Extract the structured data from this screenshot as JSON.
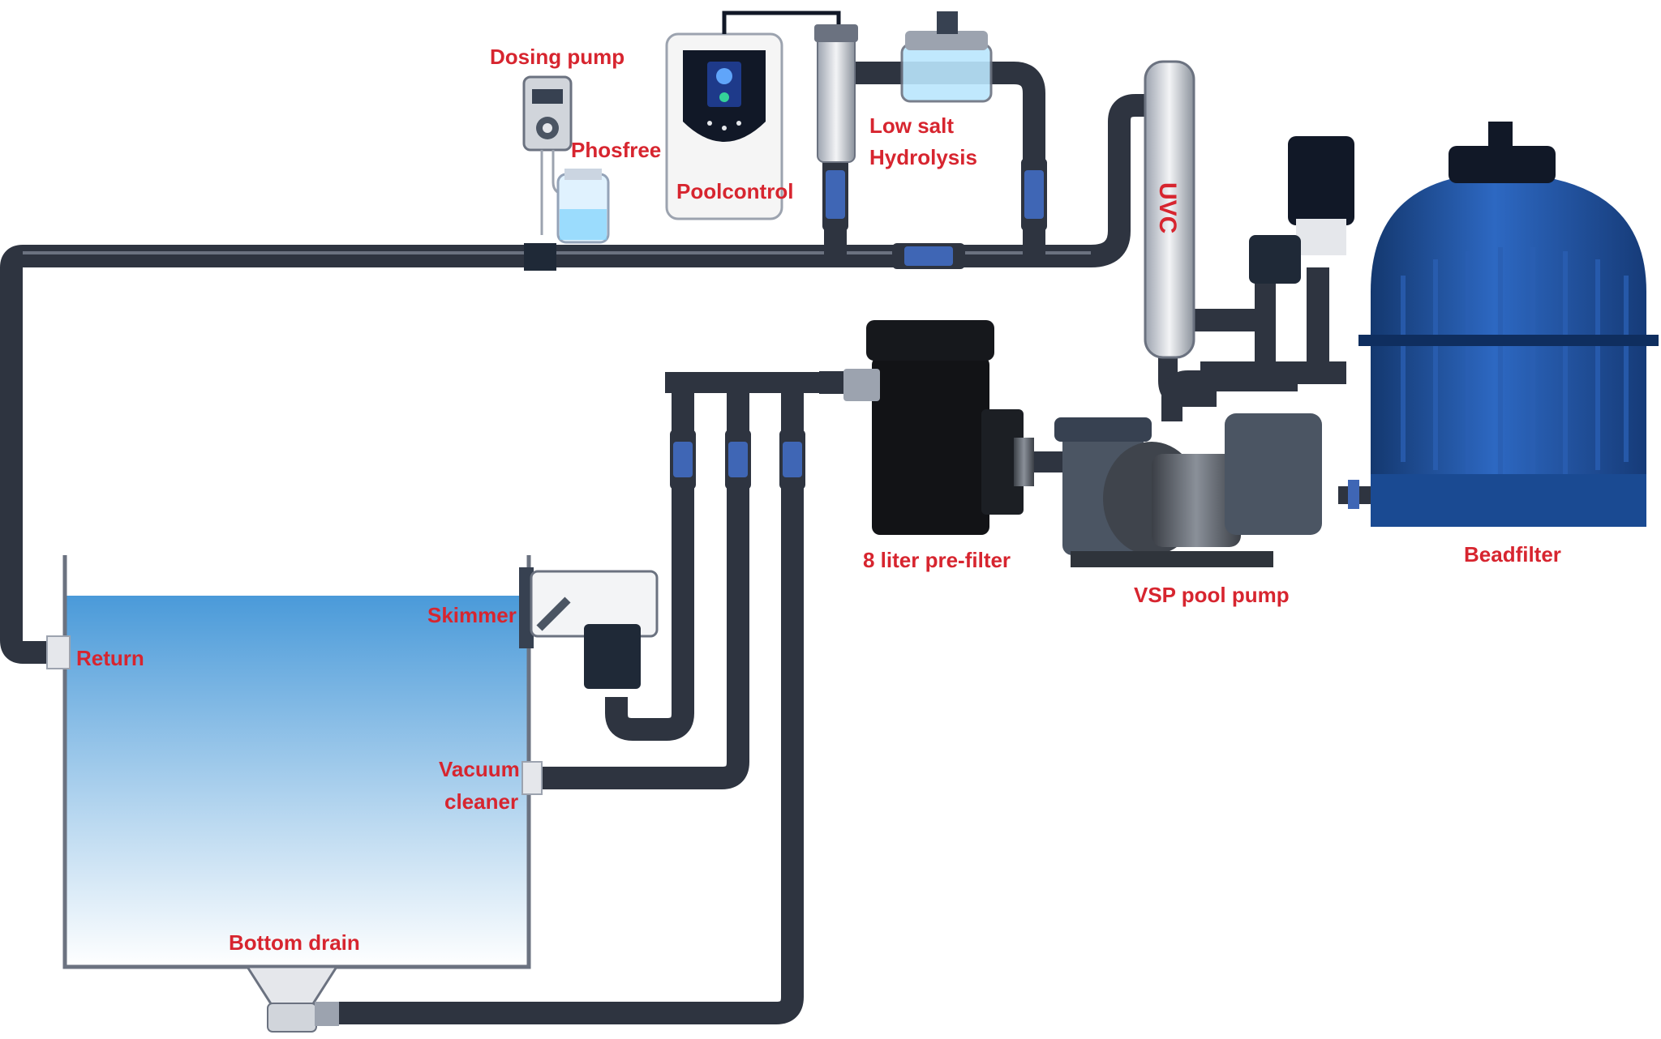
{
  "labels": {
    "dosing_pump": "Dosing pump",
    "phosfree": "Phosfree",
    "poolcontrol": "Poolcontrol",
    "low_salt": "Low salt",
    "hydrolysis": "Hydrolysis",
    "uvc": "UVC",
    "beadfilter": "Beadfilter",
    "prefilter": "8 liter pre-filter",
    "vsp_pump": "VSP pool pump",
    "skimmer": "Skimmer",
    "return": "Return",
    "vacuum": "Vacuum",
    "cleaner": "cleaner",
    "bottom_drain": "Bottom drain"
  },
  "colors": {
    "label": "#d7252f",
    "pipe": "#2e3440",
    "valve": "#3f66b5",
    "water_top": "#4a9ad9",
    "water_bottom": "#ffffff",
    "filter_tank": "#1f4e9c"
  },
  "icons": [
    "dosing-pump-icon",
    "phosfree-jar-icon",
    "poolcontrol-unit-icon",
    "hydrolysis-cell-icon",
    "uvc-lamp-icon",
    "beadfilter-tank-icon",
    "prefilter-icon",
    "vsp-pump-icon",
    "skimmer-icon",
    "bottom-drain-icon",
    "ball-valve-icon"
  ]
}
